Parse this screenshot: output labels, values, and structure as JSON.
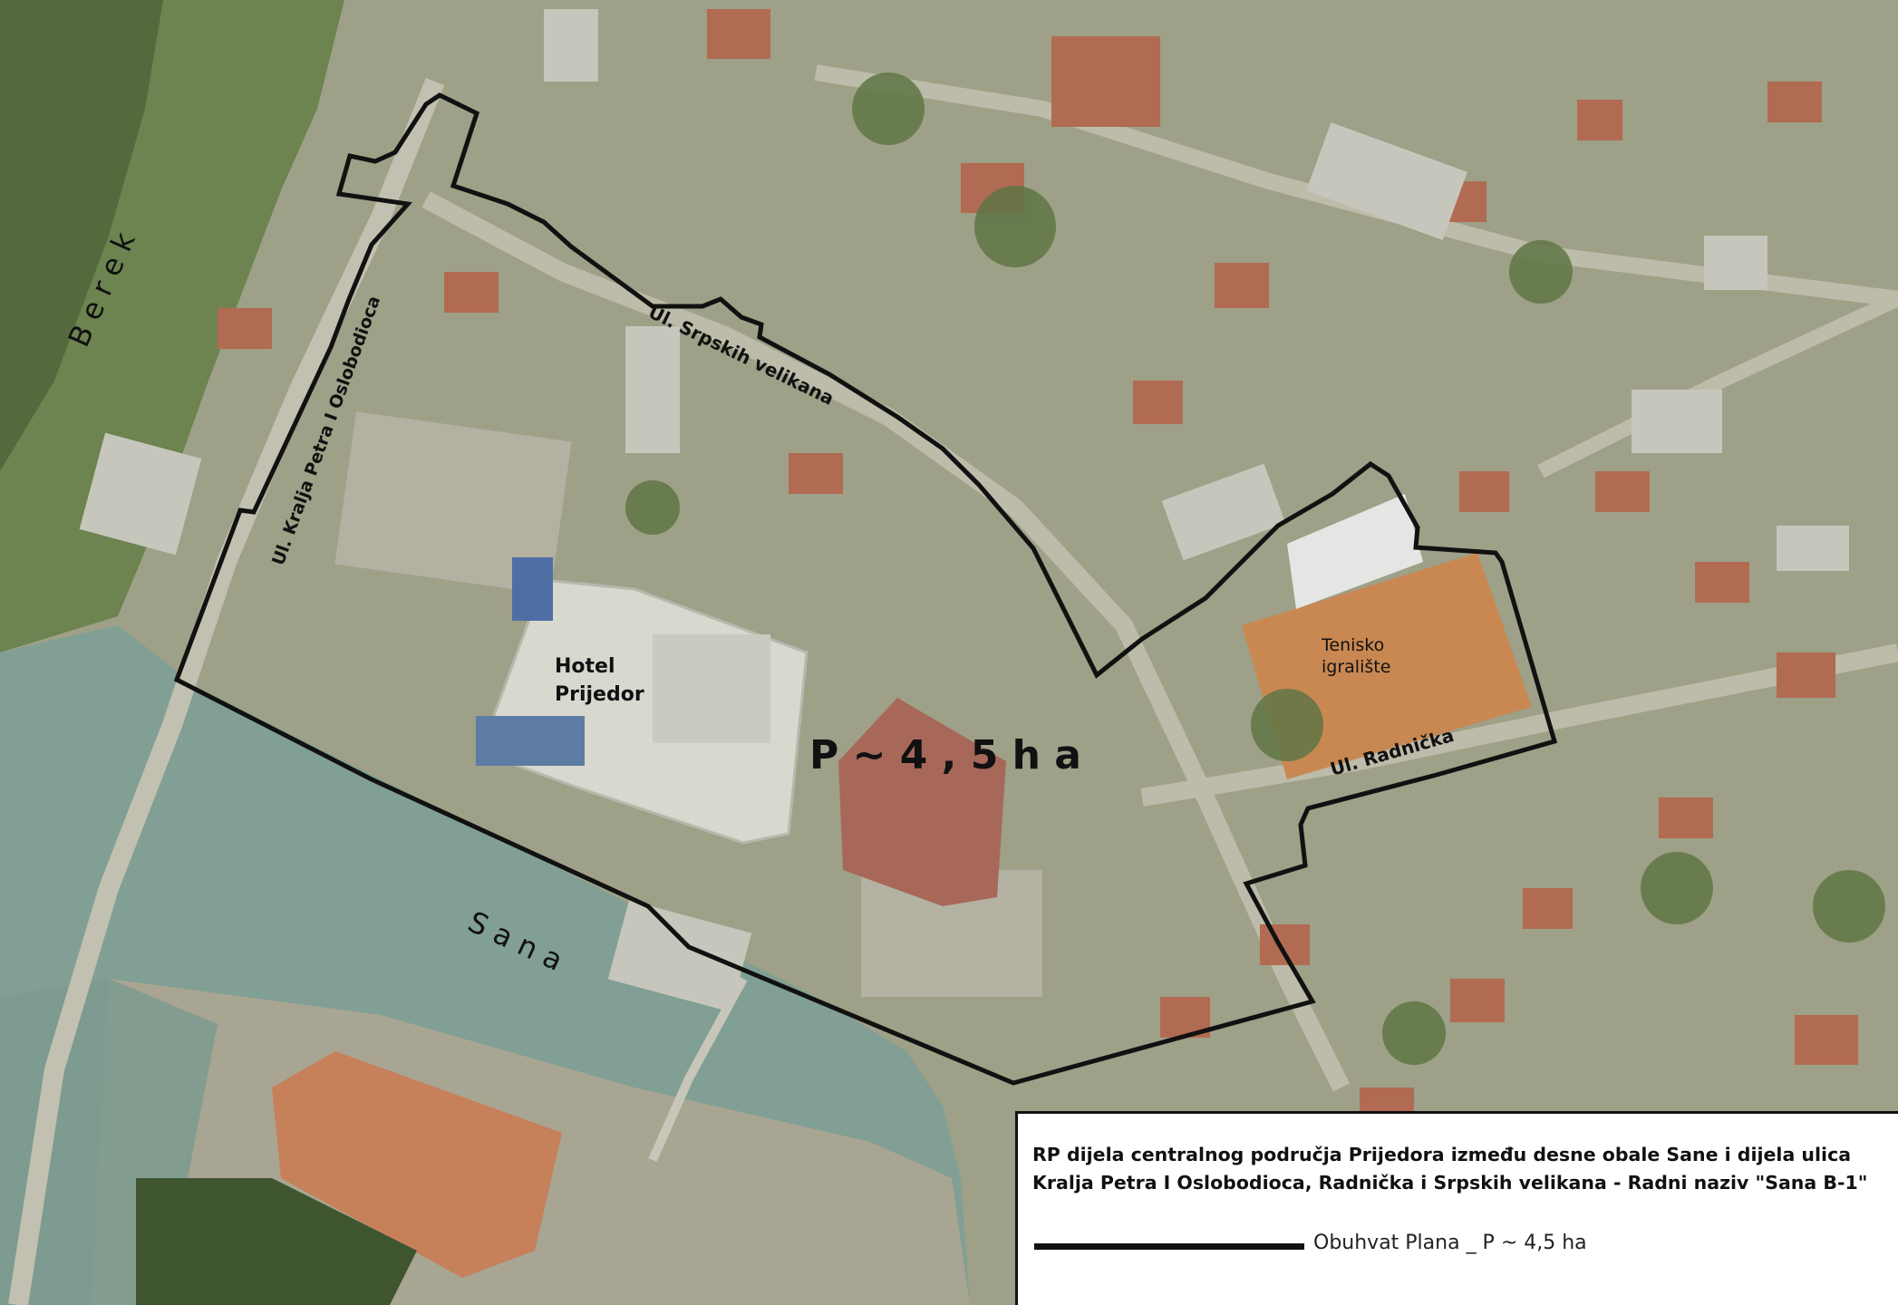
{
  "map": {
    "labels": {
      "berek": "B e r e k",
      "sana": "S a n a",
      "ul_kralja": "Ul. Kralja Petra I Oslobodioca",
      "ul_srpskih": "Ul. Srpskih velikana",
      "ul_radnicka": "Ul. Radnička",
      "hotel_line1": "Hotel",
      "hotel_line2": "Prijedor",
      "tenis_line1": "Tenisko",
      "tenis_line2": "igralište",
      "area": "P ~ 4 , 5 h a"
    },
    "colors": {
      "boundary": "#111111",
      "river": "#7f9e92",
      "greenery": "#6f8452",
      "urban": "#a6a28d",
      "roof_red": "#b5684f",
      "tennis_clay": "#c9804f"
    }
  },
  "legend": {
    "title_line1": "RP dijela centralnog područja Prijedora između desne obale Sane i dijela ulica",
    "title_line2": "Kralja Petra I Oslobodioca, Radnička i Srpskih velikana - Radni naziv \"Sana B-1\"",
    "boundary_label": "Obuhvat Plana _ P ~ 4,5 ha"
  }
}
